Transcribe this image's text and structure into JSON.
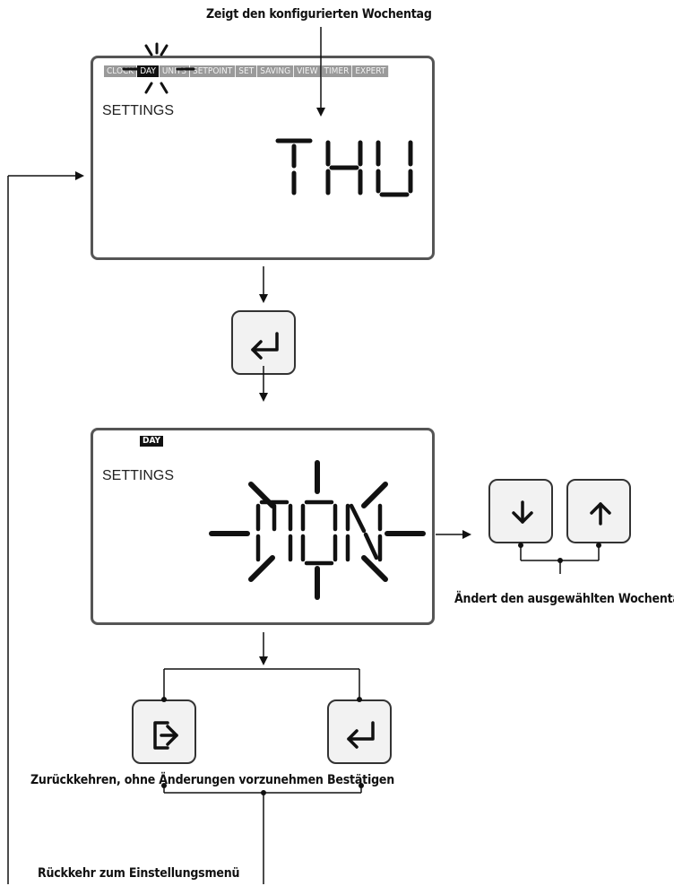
{
  "captions": {
    "top": "Zeigt den konfigurierten Wochentag",
    "change_day": "Ändert den ausgewählten Wochentag",
    "return_without_changes": "Zurückkehren, ohne Änderungen vorzunehmen",
    "confirm": "Bestätigen",
    "return_to_menu": "Rückkehr zum Einstellungsmenü"
  },
  "display1": {
    "tabs": [
      "CLOCK",
      "DAY",
      "UNITS",
      "SETPOINT",
      "SET",
      "SAVING",
      "VIEW",
      "TIMER",
      "EXPERT"
    ],
    "active_tab": "DAY",
    "mode": "SETTINGS",
    "value": "THU"
  },
  "display2": {
    "badge": "DAY",
    "mode": "SETTINGS",
    "value": "MON"
  },
  "icons": {
    "enter_key": "enter-key-icon",
    "down_key": "down-arrow-icon",
    "up_key": "up-arrow-icon",
    "exit_key": "exit-icon"
  }
}
